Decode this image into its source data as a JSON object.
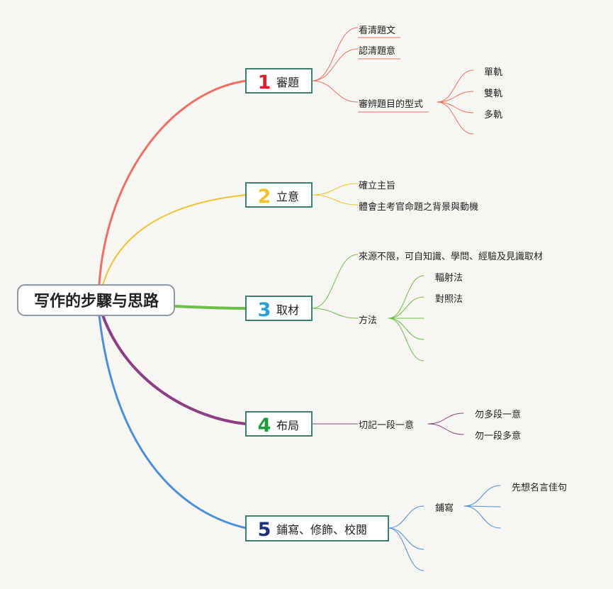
{
  "root": {
    "title": "写作的步驟与思路"
  },
  "branches": [
    {
      "number": "1",
      "label": "審題",
      "color": "#ef6f62",
      "num_color": "#d8232a",
      "children": [
        {
          "label": "看清題文"
        },
        {
          "label": "認清題意"
        },
        {
          "label": "審辨題目的型式",
          "children": [
            {
              "label": "單軌"
            },
            {
              "label": "雙軌"
            },
            {
              "label": "多軌"
            },
            {
              "label": ""
            }
          ]
        }
      ]
    },
    {
      "number": "2",
      "label": "立意",
      "color": "#f2c12e",
      "num_color": "#f2c12e",
      "children": [
        {
          "label": "確立主旨"
        },
        {
          "label": "體會主考官命題之背景與動機"
        }
      ]
    },
    {
      "number": "3",
      "label": "取材",
      "color": "#6cc04a",
      "num_color": "#2a9fd6",
      "children": [
        {
          "label": "來源不限，可自知識、學問、經驗及見識取材"
        },
        {
          "label": "方法",
          "children": [
            {
              "label": "輻射法"
            },
            {
              "label": "對照法"
            },
            {
              "label": ""
            },
            {
              "label": ""
            },
            {
              "label": ""
            }
          ]
        }
      ]
    },
    {
      "number": "4",
      "label": "布局",
      "color": "#8b3f86",
      "num_color": "#1e9b3a",
      "children": [
        {
          "label": "切記一段一意",
          "children": [
            {
              "label": "勿多段一意"
            },
            {
              "label": "勿一段多意"
            }
          ]
        }
      ]
    },
    {
      "number": "5",
      "label": "鋪寫、修飾、校閱",
      "color": "#4a8fd9",
      "num_color": "#1b2f7a",
      "children": [
        {
          "label": "鋪寫",
          "children": [
            {
              "label": "先想名言佳句"
            },
            {
              "label": ""
            },
            {
              "label": ""
            }
          ]
        },
        {
          "label": ""
        },
        {
          "label": ""
        }
      ]
    }
  ]
}
